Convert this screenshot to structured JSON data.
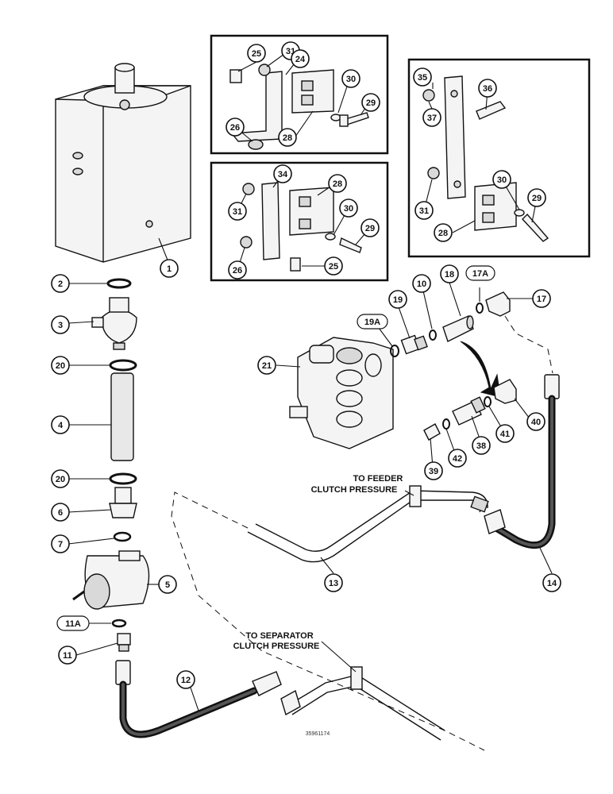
{
  "callouts": {
    "c1": "1",
    "c2": "2",
    "c3": "3",
    "c20a": "20",
    "c4": "4",
    "c20b": "20",
    "c6": "6",
    "c7": "7",
    "c5": "5",
    "c11a": "11A",
    "c11": "11",
    "c12": "12",
    "c13": "13",
    "c14": "14",
    "c17": "17",
    "c17a": "17A",
    "c18": "18",
    "c10": "10",
    "c19": "19",
    "c19a": "19A",
    "c21": "21",
    "c40": "40",
    "c41": "41",
    "c38": "38",
    "c42": "42",
    "c39": "39",
    "b1_25": "25",
    "b1_31": "31",
    "b1_24": "24",
    "b1_30": "30",
    "b1_29": "29",
    "b1_26": "26",
    "b1_28": "28",
    "b2_34": "34",
    "b2_28": "28",
    "b2_31": "31",
    "b2_30": "30",
    "b2_29": "29",
    "b2_26": "26",
    "b2_25": "25",
    "b3_35": "35",
    "b3_36": "36",
    "b3_37": "37",
    "b3_31": "31",
    "b3_30": "30",
    "b3_29": "29",
    "b3_28": "28"
  },
  "labels": {
    "feeder_line1": "TO FEEDER",
    "feeder_line2": "CLUTCH PRESSURE",
    "separator_line1": "TO SEPARATOR",
    "separator_line2": "CLUTCH PRESSURE",
    "drawing_id": "35961174"
  }
}
